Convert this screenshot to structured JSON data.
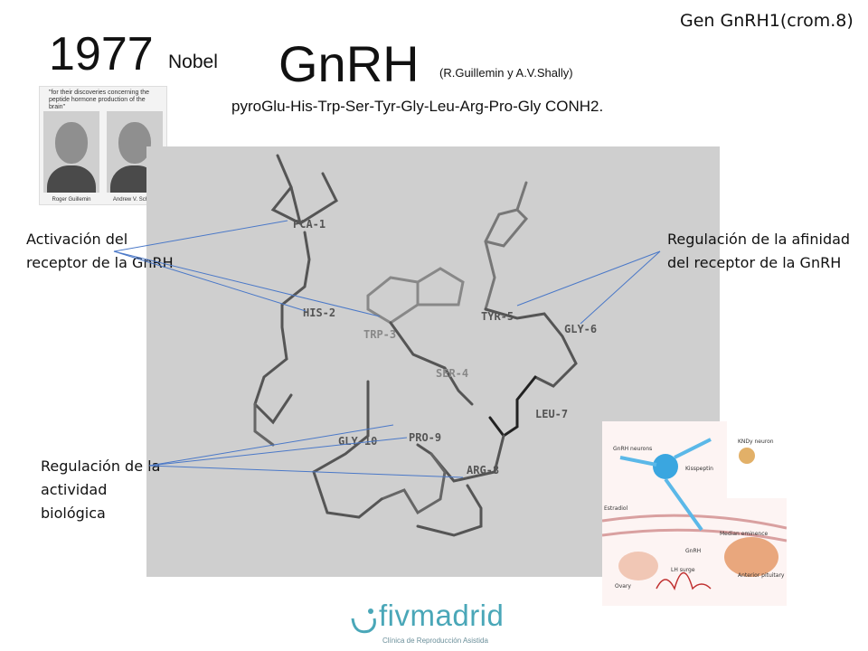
{
  "header": {
    "gene": "Gen GnRH1(crom.8)",
    "year": "1977",
    "nobel": "Nobel",
    "title": "GnRH",
    "authors": "(R.Guillemin y A.V.Shally)",
    "sequence": "pyroGlu-His-Trp-Ser-Tyr-Gly-Leu-Arg-Pro-Gly CONH2."
  },
  "photo": {
    "quote": "\"for their discoveries concerning the peptide hormone production of the brain\"",
    "left_name": "Roger Guillemin",
    "right_name": "Andrew V. Schally"
  },
  "molecule": {
    "residues": [
      "PCA-1",
      "HIS-2",
      "TRP-3",
      "SER-4",
      "TYR-5",
      "GLY-6",
      "LEU-7",
      "ARG-8",
      "PRO-9",
      "GLY-10"
    ]
  },
  "labels": {
    "activation": "Activación del receptor de la GnRH",
    "affinity": "Regulación de la afinidad del receptor de la GnRH",
    "activity": "Regulación de la actividad biológica"
  },
  "diagram": {
    "gnrh_neurons": "GnRH neurons",
    "kndy": "KNDy neuron",
    "kisspeptin": "Kisspeptin",
    "estradiol": "Estradiol",
    "median": "Median eminence",
    "gnrh": "GnRH",
    "anterior": "Anterior pituitary",
    "lh": "LH surge",
    "ovary": "Ovary"
  },
  "logo": {
    "name": "fivmadrid",
    "tagline": "Clínica de Reproducción Asistida"
  },
  "colors": {
    "annotation_line": "#4a78c8",
    "molecule_bg": "#cfcfcf",
    "brand": "#4aa7b8"
  }
}
